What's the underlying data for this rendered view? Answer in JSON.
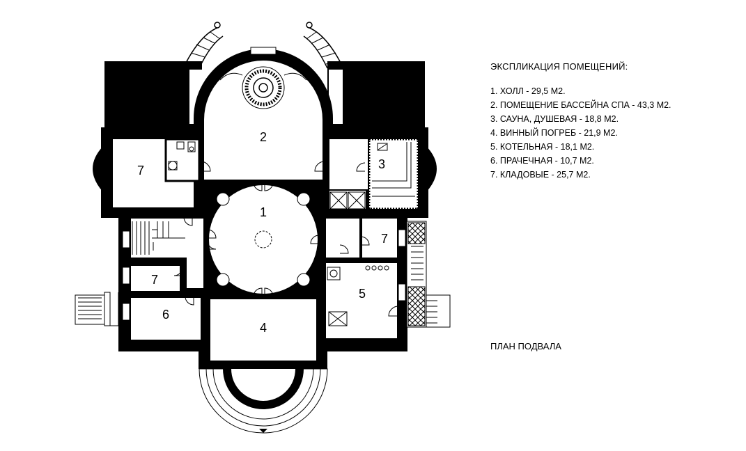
{
  "legend": {
    "title": "ЭКСПЛИКАЦИЯ ПОМЕЩЕНИЙ:",
    "items": [
      "1. ХОЛЛ - 29,5 М2.",
      "2. ПОМЕЩЕНИЕ БАССЕЙНА СПА - 43,3 М2.",
      "3. САУНА, ДУШЕВАЯ - 18,8 М2.",
      "4. ВИННЫЙ ПОГРЕБ - 21,9 М2.",
      "5. КОТЕЛЬНАЯ - 18,1 М2.",
      "6. ПРАЧЕЧНАЯ - 10,7 М2.",
      "7. КЛАДОВЫЕ - 25,7 М2."
    ]
  },
  "caption": "ПЛАН ПОДВАЛА",
  "rooms": {
    "hall": "1",
    "pool": "2",
    "sauna": "3",
    "wine_cellar": "4",
    "boiler": "5",
    "laundry": "6",
    "storage_left_top": "7",
    "storage_left_mid": "7",
    "storage_right": "7"
  },
  "colors": {
    "wall": "#000000",
    "background": "#ffffff"
  }
}
